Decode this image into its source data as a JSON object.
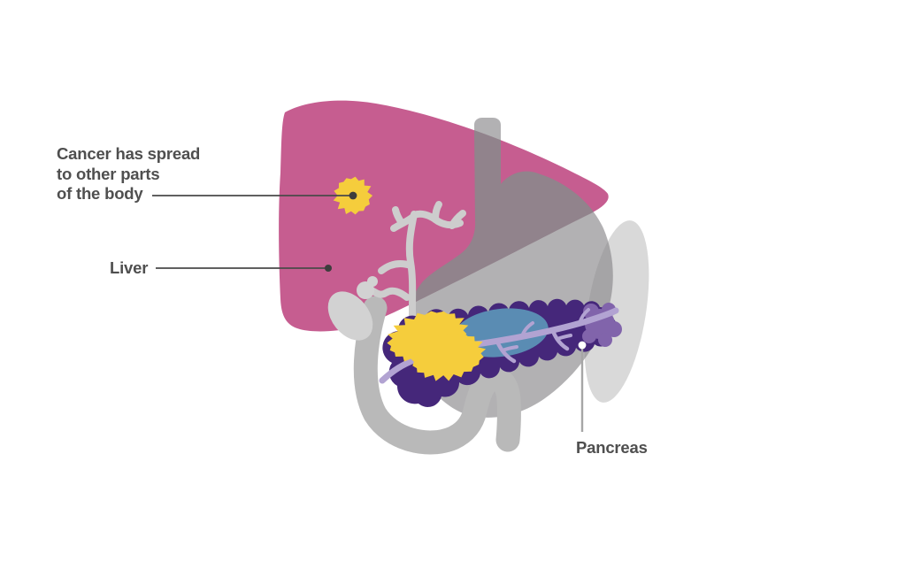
{
  "diagram": {
    "subject": "pancreatic-cancer-metastasis-to-liver",
    "labels": {
      "metastasis_line1": "Cancer has spread",
      "metastasis_line2": "to other parts",
      "metastasis_line3": "of the body",
      "liver": "Liver",
      "pancreas": "Pancreas"
    },
    "colors": {
      "background": "#ffffff",
      "liver": "#c65d90",
      "liver_stomach_overlap": "#7b5b85",
      "stomach": "rgba(138,136,140,0.66)",
      "duodenum": "#b9b9b9",
      "spleen": "#d9d9d9",
      "bile_duct": "#cdcdcd",
      "gallbladder": "#d2d2d2",
      "pancreas": "#45277a",
      "pancreas_body_highlight": "#5a8cb3",
      "pancreas_tail": "#8164ab",
      "vessel": "#b2a3d2",
      "tumor": "#f5cd3c",
      "label_text": "#4f4f4f",
      "leader_dark": "#4a4a4a",
      "leader_dot_dark": "#3d3d3d",
      "leader_light": "#a6a6a6",
      "leader_dot_light": "#ffffff"
    }
  }
}
